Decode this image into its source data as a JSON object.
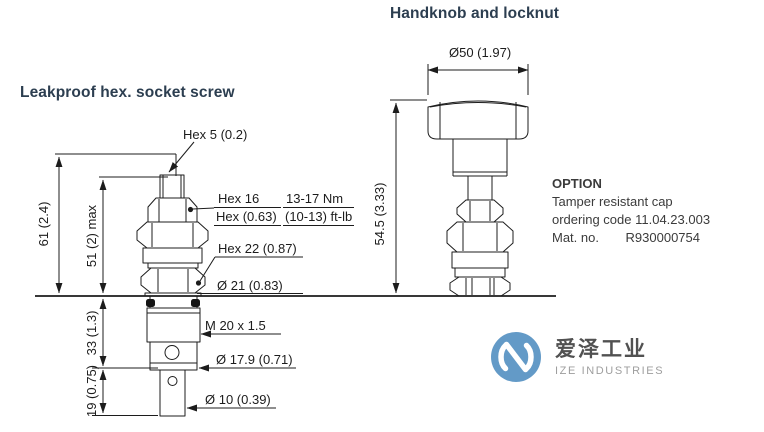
{
  "colors": {
    "line": "#1c1c1c",
    "title": "#2c3e50",
    "body_text": "#3b3b3b",
    "brand_blue": "#5d96c5"
  },
  "left_diagram": {
    "title": "Leakproof hex. socket screw",
    "labels": {
      "hex5": "Hex 5 (0.2)",
      "hex16_num": "Hex 16",
      "hex16_in": "Hex (0.63)",
      "torque_nm": "13-17 Nm",
      "torque_ftlb": "(10-13) ft-lb",
      "hex22": "Hex 22 (0.87)",
      "dia21": "Ø 21 (0.83)",
      "thread": "M 20 x 1.5",
      "dia179": "Ø 17.9 (0.71)",
      "dia10": "Ø 10 (0.39)"
    },
    "dims": {
      "overall": "61 (2.4)",
      "adjust_max": "51 (2) max",
      "body": "33 (1.3)",
      "pin": "19 (0.75)"
    }
  },
  "right_diagram": {
    "title": "Handknob and locknut",
    "dims": {
      "knob_dia": "Ø50 (1.97)",
      "height": "54.5 (3.33)"
    }
  },
  "option": {
    "heading": "OPTION",
    "line1": "Tamper resistant cap",
    "line2": "ordering code 11.04.23.003",
    "mat_label": "Mat. no.",
    "mat_value": "R930000754"
  },
  "logo": {
    "cn": "爱泽工业",
    "en": "IZE INDUSTRIES"
  }
}
